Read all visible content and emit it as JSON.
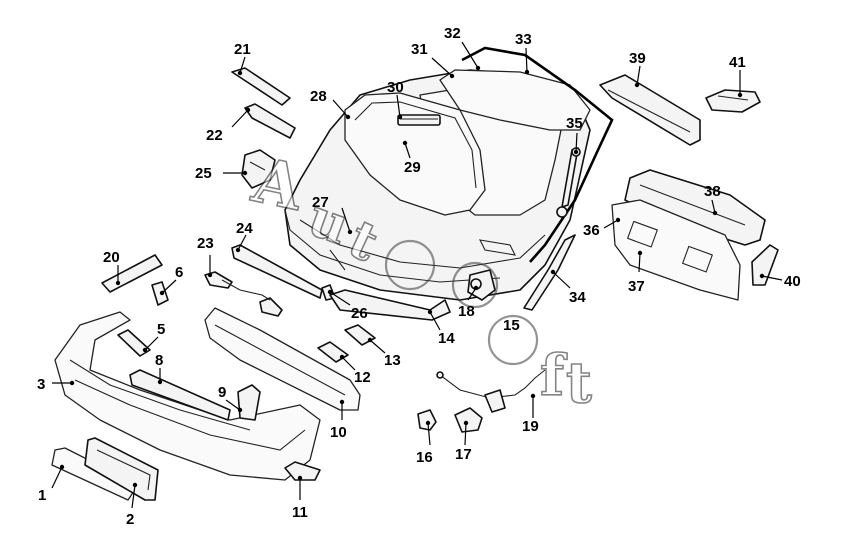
{
  "callouts": [
    "1",
    "2",
    "3",
    "5",
    "6",
    "8",
    "9",
    "10",
    "11",
    "12",
    "13",
    "14",
    "15",
    "16",
    "17",
    "18",
    "19",
    "20",
    "21",
    "22",
    "23",
    "24",
    "25",
    "26",
    "27",
    "28",
    "29",
    "30",
    "31",
    "32",
    "33",
    "34",
    "35",
    "36",
    "37",
    "38",
    "39",
    "40",
    "41"
  ],
  "watermark": "AutoSoft"
}
